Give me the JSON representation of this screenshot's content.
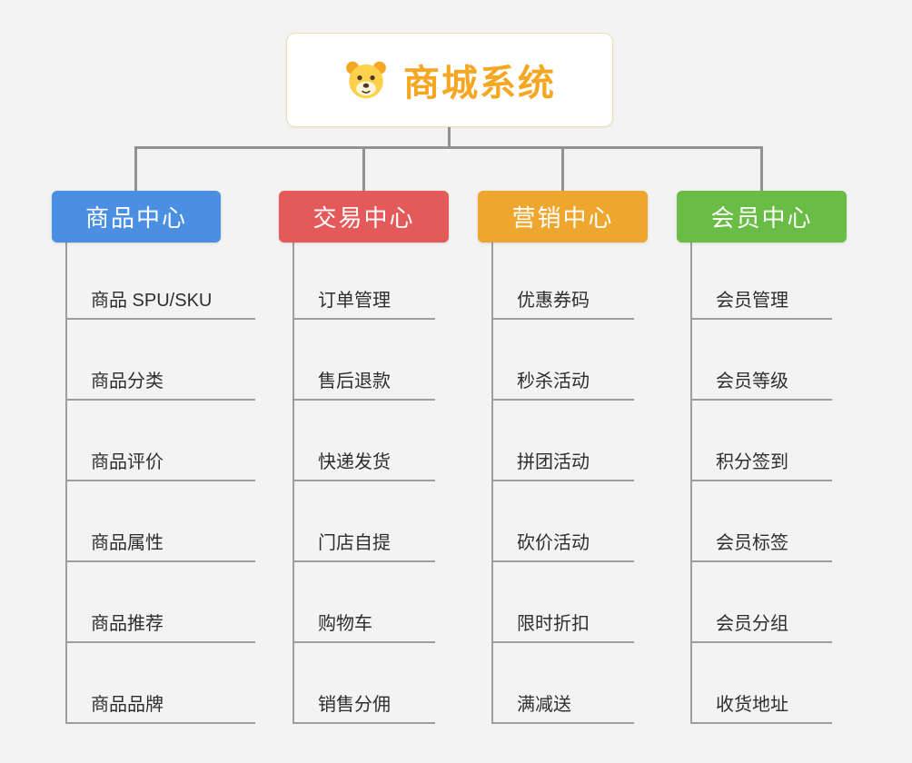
{
  "page": {
    "background": "#f3f3f3",
    "connector_color": "#929292"
  },
  "root": {
    "title": "商城系统",
    "title_color": "#f5a623",
    "icon": "dog-face-icon"
  },
  "branches": [
    {
      "label": "商品中心",
      "color": "#4a8fe2",
      "items": [
        "商品 SPU/SKU",
        "商品分类",
        "商品评价",
        "商品属性",
        "商品推荐",
        "商品品牌"
      ]
    },
    {
      "label": "交易中心",
      "color": "#e45a5a",
      "items": [
        "订单管理",
        "售后退款",
        "快递发货",
        "门店自提",
        "购物车",
        "销售分佣"
      ]
    },
    {
      "label": "营销中心",
      "color": "#efa62f",
      "items": [
        "优惠券码",
        "秒杀活动",
        "拼团活动",
        "砍价活动",
        "限时折扣",
        "满减送"
      ]
    },
    {
      "label": "会员中心",
      "color": "#69bd44",
      "items": [
        "会员管理",
        "会员等级",
        "积分签到",
        "会员标签",
        "会员分组",
        "收货地址"
      ]
    }
  ]
}
